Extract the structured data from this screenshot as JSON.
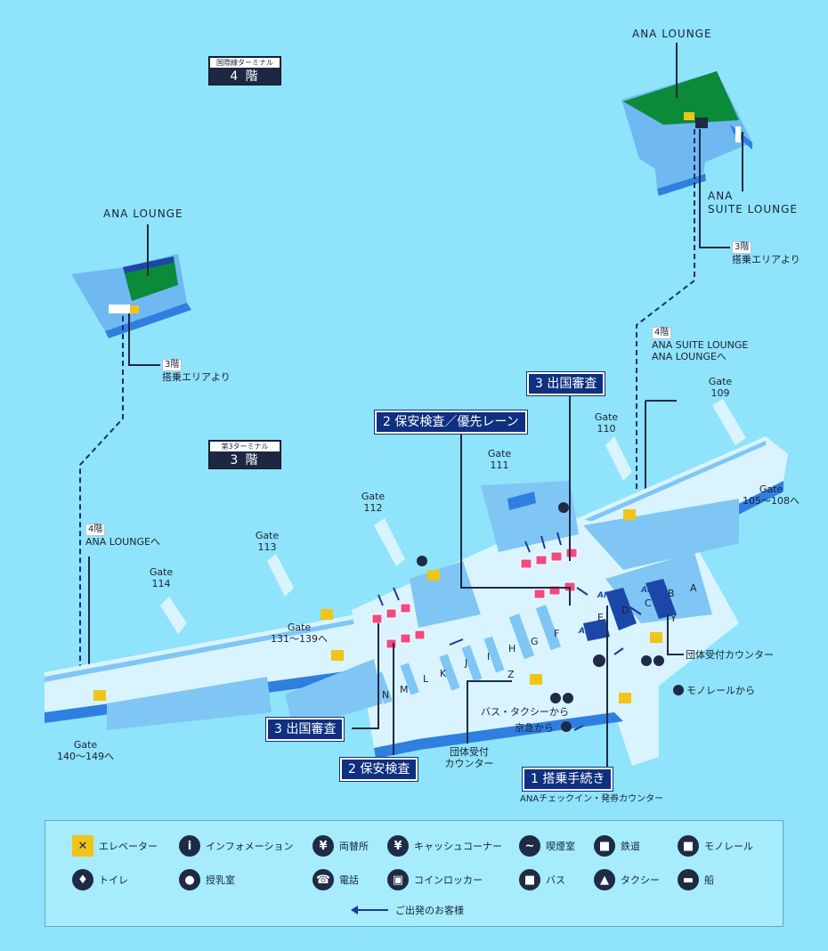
{
  "floors": {
    "floor4": {
      "sub": "国際線ターミナル",
      "label": "4 階"
    },
    "floor3": {
      "sub": "第3ターミナル",
      "label": "3 階"
    }
  },
  "lounges": {
    "left_lounge_title": "ANA LOUNGE",
    "right_lounge_title": "ANA LOUNGE",
    "suite_lounge_title_1": "ANA",
    "suite_lounge_title_2": "SUITE LOUNGE",
    "left_from": {
      "tag": "3階",
      "text": "搭乗エリアより"
    },
    "right_from": {
      "tag": "3階",
      "text": "搭乗エリアより"
    },
    "left_to": {
      "tag": "4階",
      "text": "ANA LOUNGEへ"
    },
    "right_to": {
      "tag": "4階",
      "line1": "ANA SUITE LOUNGE",
      "line2": "ANA LOUNGEへ"
    }
  },
  "gates": {
    "g109": {
      "word": "Gate",
      "num": "109"
    },
    "g110": {
      "word": "Gate",
      "num": "110"
    },
    "g111": {
      "word": "Gate",
      "num": "111"
    },
    "g112": {
      "word": "Gate",
      "num": "112"
    },
    "g113": {
      "word": "Gate",
      "num": "113"
    },
    "g114": {
      "word": "Gate",
      "num": "114"
    },
    "g105": {
      "word": "Gate",
      "num": "105～108へ"
    },
    "g131": {
      "word": "Gate",
      "num": "131～139へ"
    },
    "g140": {
      "word": "Gate",
      "num": "140～149へ"
    }
  },
  "steps": {
    "immigration_right": "3 出国審査",
    "security_priority": "2 保安検査／優先レーン",
    "immigration_left": "3 出国審査",
    "security_left": "2 保安検査",
    "checkin": "1 搭乗手続き"
  },
  "labels": {
    "checkin_sub": "ANAチェックイン・発券カウンター",
    "group_counter_right": "団体受付カウンター",
    "group_counter_center_1": "団体受付",
    "group_counter_center_2": "カウンター",
    "from_monorail": "モノレールから",
    "from_bus_taxi": "バス・タクシーから",
    "from_keikyu": "京急から",
    "ana_logo": "ANA"
  },
  "counters": [
    "A",
    "B",
    "C",
    "D",
    "E",
    "F",
    "G",
    "H",
    "I",
    "J",
    "K",
    "L",
    "M",
    "N",
    "Y",
    "Z"
  ],
  "legend": {
    "items": [
      {
        "icon": "elevator-icon",
        "glyph": "✕",
        "label": "エレベーター"
      },
      {
        "icon": "information-icon",
        "glyph": "i",
        "label": "インフォメーション"
      },
      {
        "icon": "currency-exchange-icon",
        "glyph": "¥",
        "label": "両替所"
      },
      {
        "icon": "atm-icon",
        "glyph": "¥",
        "label": "キャッシュコーナー"
      },
      {
        "icon": "smoking-room-icon",
        "glyph": "~",
        "label": "喫煙室"
      },
      {
        "icon": "railway-icon",
        "glyph": "■",
        "label": "鉄道"
      },
      {
        "icon": "monorail-icon",
        "glyph": "■",
        "label": "モノレール"
      },
      {
        "icon": "toilet-icon",
        "glyph": "♦",
        "label": "トイレ"
      },
      {
        "icon": "nursing-room-icon",
        "glyph": "●",
        "label": "授乳室"
      },
      {
        "icon": "telephone-icon",
        "glyph": "☎",
        "label": "電話"
      },
      {
        "icon": "coin-locker-icon",
        "glyph": "▣",
        "label": "コインロッカー"
      },
      {
        "icon": "bus-icon",
        "glyph": "■",
        "label": "バス"
      },
      {
        "icon": "taxi-icon",
        "glyph": "▲",
        "label": "タクシー"
      },
      {
        "icon": "ship-icon",
        "glyph": "▬",
        "label": "船"
      }
    ],
    "arrow_label": "ご出発のお客様"
  },
  "colors": {
    "background": "#8fe3fb",
    "floor_light": "#d9f4ff",
    "floor_mid": "#7fc6f4",
    "floor_edge": "#2f7fe0",
    "lounge_green": "#0b8a3a",
    "route_navy": "#0f2f80",
    "security_pink": "#f04a80",
    "elevator_yellow": "#f0c419"
  }
}
